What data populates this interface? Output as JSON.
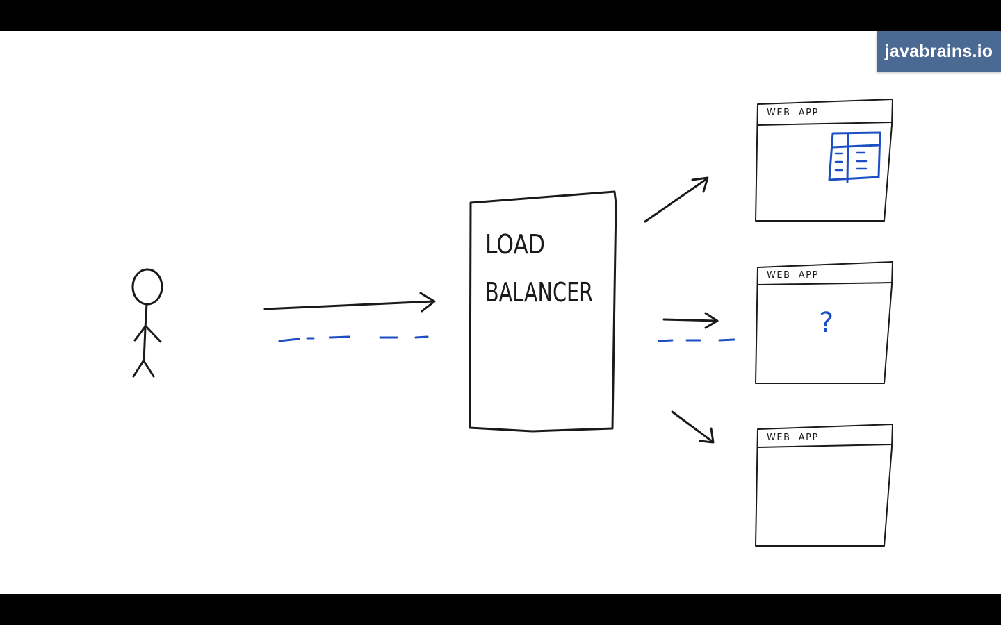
{
  "brand": {
    "label": "javabrains.io"
  },
  "load_balancer": {
    "line1": "LOAD",
    "line2": "BALANCER"
  },
  "servers": [
    {
      "title": "WEB  APP",
      "content": "table-icon"
    },
    {
      "title": "WEB  APP",
      "content": "?"
    },
    {
      "title": "WEB  APP",
      "content": ""
    }
  ],
  "colors": {
    "ink": "#1a1a1a",
    "accent_blue": "#1d4fc4",
    "brand_bg": "#4a6a94",
    "background": "#ffffff"
  }
}
